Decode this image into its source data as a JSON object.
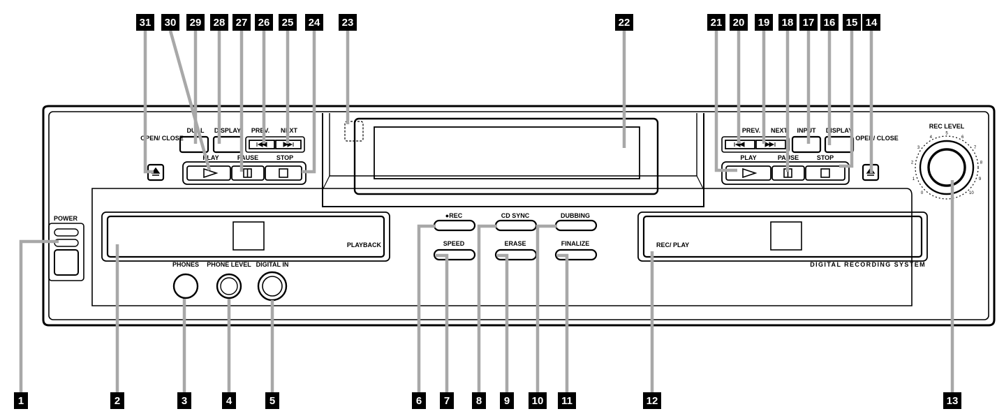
{
  "front_panel": {
    "power": "POWER",
    "playback_deck": "PLAYBACK",
    "rec_play_deck": "REC/ PLAY",
    "system_name": "DIGITAL RECORDING SYSTEM",
    "phones": "PHONES",
    "phone_level": "PHONE LEVEL",
    "digital_in": "DIGITAL IN",
    "rec": "●REC",
    "cd_sync": "CD SYNC",
    "dubbing": "DUBBING",
    "speed": "SPEED",
    "erase": "ERASE",
    "finalize": "FINALIZE",
    "rec_level": "REC LEVEL",
    "left_controls": {
      "open_close": "OPEN/ CLOSE",
      "dual": "DUAL",
      "display": "DISPLAY",
      "prev": "PREV.",
      "next": "NEXT",
      "play": "PLAY",
      "pause": "PAUSE",
      "stop": "STOP"
    },
    "right_controls": {
      "open_close": "OPEN/ CLOSE",
      "input": "INPUT",
      "display": "DISPLAY",
      "prev": "PREV.",
      "next": "NEXT",
      "play": "PLAY",
      "pause": "PAUSE",
      "stop": "STOP"
    },
    "rec_level_scale": [
      "0",
      "1",
      "2",
      "3",
      "4",
      "5",
      "6",
      "7",
      "8",
      "9",
      "10"
    ]
  },
  "callouts": {
    "n1": "1",
    "n2": "2",
    "n3": "3",
    "n4": "4",
    "n5": "5",
    "n6": "6",
    "n7": "7",
    "n8": "8",
    "n9": "9",
    "n10": "10",
    "n11": "11",
    "n12": "12",
    "n13": "13",
    "n14": "14",
    "n15": "15",
    "n16": "16",
    "n17": "17",
    "n18": "18",
    "n19": "19",
    "n20": "20",
    "n21": "21",
    "n22": "22",
    "n23": "23",
    "n24": "24",
    "n25": "25",
    "n26": "26",
    "n27": "27",
    "n28": "28",
    "n29": "29",
    "n30": "30",
    "n31": "31"
  }
}
